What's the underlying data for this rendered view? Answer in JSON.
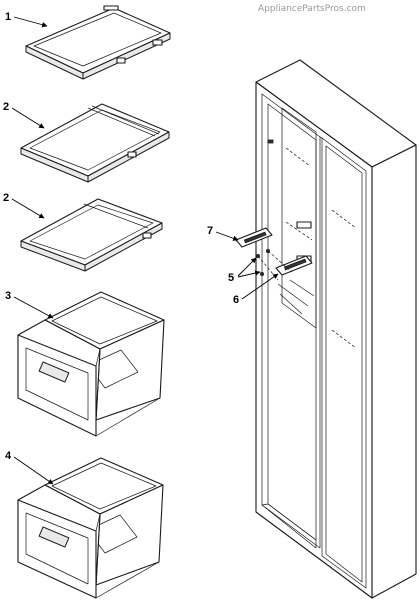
{
  "watermark": "AppliancePartsPros.com",
  "callouts": {
    "c1": "1",
    "c2a": "2",
    "c2b": "2",
    "c3": "3",
    "c4": "4",
    "c5": "5",
    "c6": "6",
    "c7": "7"
  },
  "colors": {
    "line": "#1a1a1a",
    "watermark": "#9a9a9a",
    "background": "#ffffff"
  }
}
